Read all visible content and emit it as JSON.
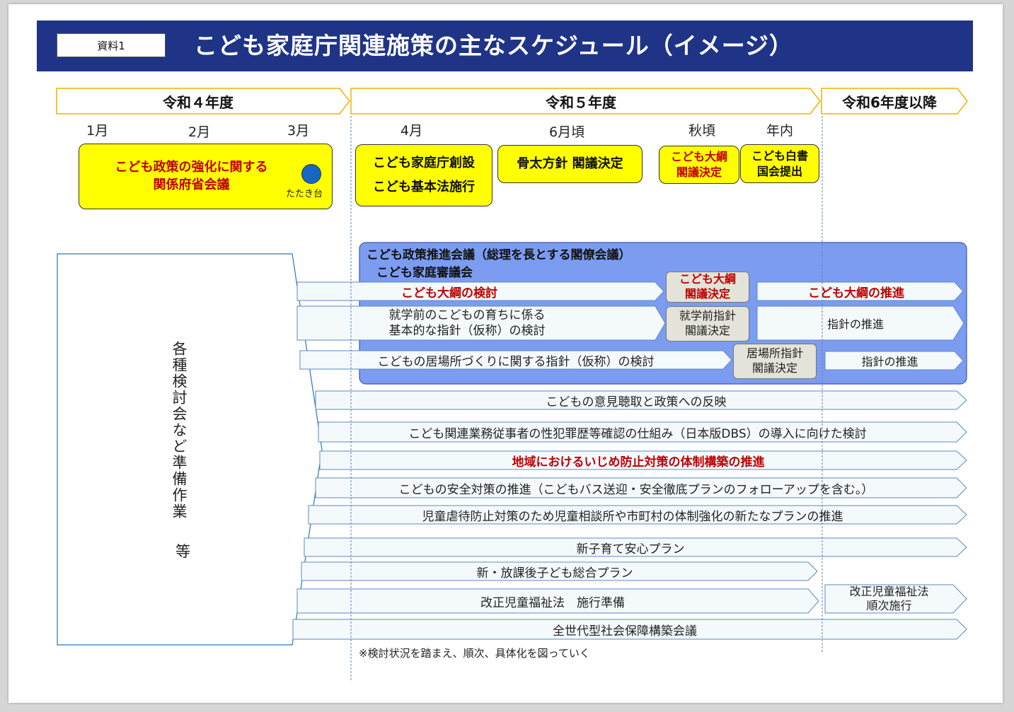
{
  "header": {
    "doc_label": "資料1",
    "title": "こども家庭庁関連施策の主なスケジュール（イメージ）"
  },
  "fiscal_years": [
    {
      "label": "令和４年度"
    },
    {
      "label": "令和５年度"
    },
    {
      "label": "令和6年度以降"
    }
  ],
  "months": [
    "1月",
    "2月",
    "3月",
    "4月",
    "6月頃",
    "秋頃",
    "年内"
  ],
  "milestones": {
    "cabinet_meeting": {
      "line1": "こども政策の強化に関する",
      "line2": "関係府省会議",
      "dot_label": "たたき台"
    },
    "agency_launch": {
      "line1": "こども家庭庁創設",
      "line2": "こども基本法施行"
    },
    "honebuto": {
      "label": "骨太方針 閣議決定"
    },
    "taiko": {
      "line1": "こども大綱",
      "line2": "閣議決定"
    },
    "hakusho": {
      "line1": "こども白書",
      "line2": "国会提出"
    }
  },
  "council": {
    "line1": "こども政策推進会議（総理を長とする閣僚会議）",
    "line2": "こども家庭審議会"
  },
  "council_rows": [
    {
      "label": "こども大綱の検討",
      "decision": [
        "こども大綱",
        "閣議決定"
      ],
      "after": "こども大綱の推進"
    },
    {
      "label_lines": [
        "就学前のこどもの育ちに係る",
        "基本的な指針（仮称）の検討"
      ],
      "decision": [
        "就学前指針",
        "閣議決定"
      ],
      "after": "指針の推進"
    },
    {
      "label": "こどもの居場所づくりに関する指針（仮称）の検討",
      "decision": [
        "居場所指針",
        "閣議決定"
      ],
      "after": "指針の推進"
    }
  ],
  "prep_box": {
    "label": "各種検討会など準備作業",
    "suffix": "等"
  },
  "timeline_rows": [
    {
      "label": "こどもの意見聴取と政策への反映"
    },
    {
      "label": "こども関連業務従事者の性犯罪歴等確認の仕組み（日本版DBS）の導入に向けた検討"
    },
    {
      "label": "地域におけるいじめ防止対策の体制構築の推進"
    },
    {
      "label": "こどもの安全対策の推進（こどもバス送迎・安全徹底プランのフォローアップを含む。）"
    },
    {
      "label": "児童虐待防止対策のため児童相談所や市町村の体制強化の新たなプランの推進"
    },
    {
      "label": "新子育て安心プラン"
    },
    {
      "label": "新・放課後子ども総合プラン"
    },
    {
      "label": "改正児童福祉法　施行準備",
      "after_lines": [
        "改正児童福祉法",
        "順次施行"
      ]
    },
    {
      "label": "全世代型社会保障構築会議"
    }
  ],
  "footnote": "※検討状況を踏まえ、順次、具体化を図っていく",
  "colors": {
    "title_bar": "#1f3486",
    "highlight": "#ffff00",
    "council_bg": "#7b9cf1",
    "arrow_fill": "#f4f9fc",
    "arrow_border": "#5b89c4",
    "emphasis_red": "#c00000",
    "year_border": "#f0b400"
  }
}
